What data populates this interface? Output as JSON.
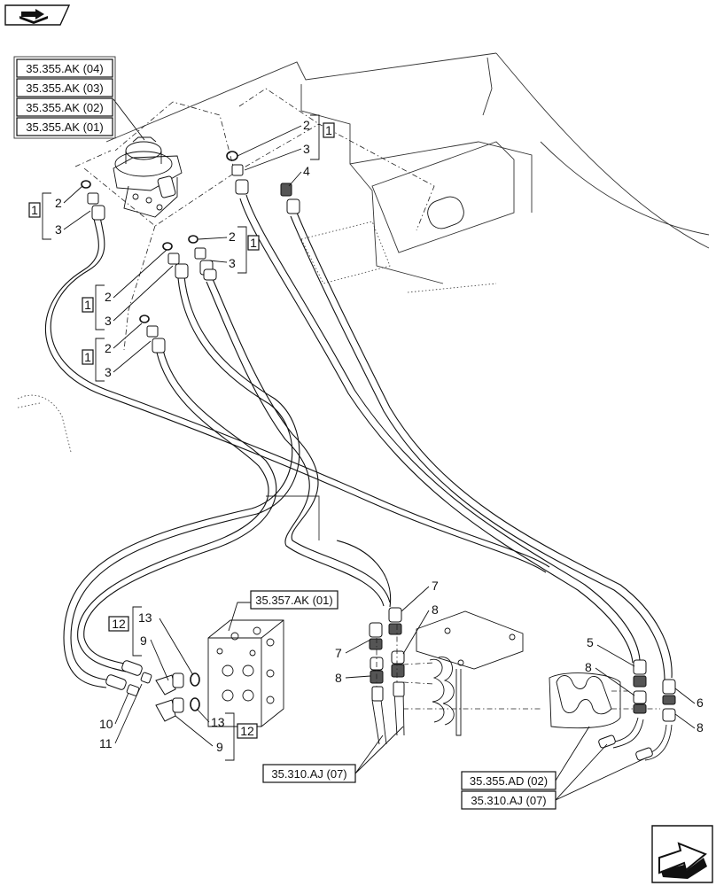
{
  "nav": {
    "top_icon": "book-arrow-icon",
    "bottom_icon": "next-page-arrow-icon"
  },
  "references": {
    "ak04": "35.355.AK (04)",
    "ak03": "35.355.AK (03)",
    "ak02": "35.355.AK (02)",
    "ak01": "35.355.AK (01)",
    "valve": "35.357.AK (01)",
    "aj_mid": "35.310.AJ (07)",
    "ad02": "35.355.AD (02)",
    "aj_right": "35.310.AJ (07)"
  },
  "kits": {
    "kit1": "1",
    "kit12": "12"
  },
  "callouts": {
    "n2": "2",
    "n3": "3",
    "n4": "4",
    "n5": "5",
    "n6": "6",
    "n7": "7",
    "n8": "8",
    "n9": "9",
    "n10": "10",
    "n11": "11",
    "n13": "13"
  }
}
